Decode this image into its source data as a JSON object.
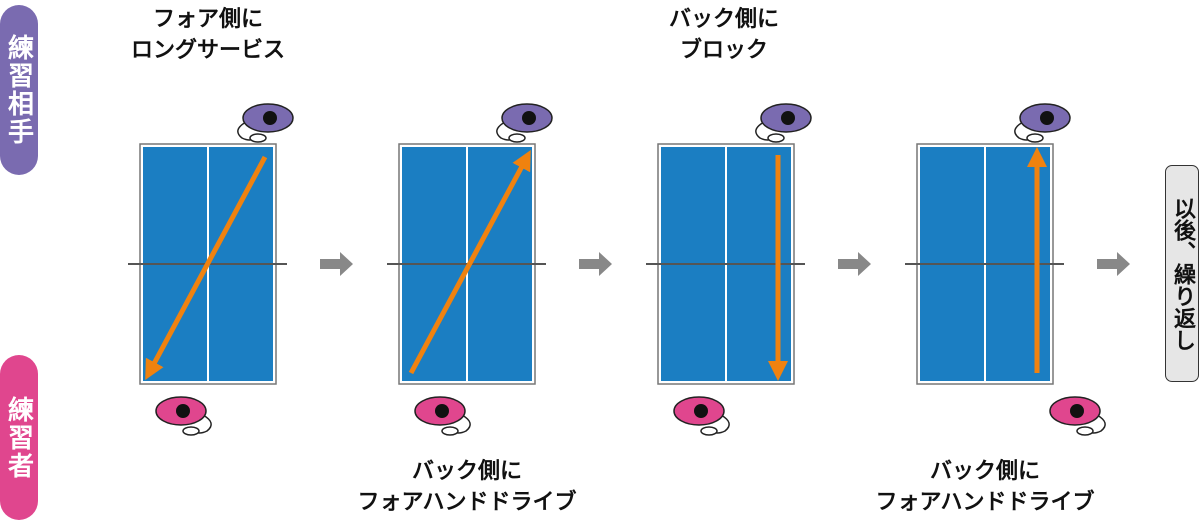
{
  "roles": {
    "opponent": "練習相手",
    "practicer": "練習者"
  },
  "steps": [
    {
      "caption_line1": "フォア側に",
      "caption_line2": "ロングサービス",
      "position": "top",
      "ball": "opponent-back-to-practicer-fore-diagonal"
    },
    {
      "caption_line1": "バック側に",
      "caption_line2": "フォアハンドドライブ",
      "position": "bottom",
      "ball": "practicer-to-opponent-diagonal"
    },
    {
      "caption_line1": "バック側に",
      "caption_line2": "ブロック",
      "position": "top",
      "ball": "straight-down"
    },
    {
      "caption_line1": "バック側に",
      "caption_line2": "フォアハンドドライブ",
      "position": "bottom",
      "ball": "straight-up"
    }
  ],
  "repeat_label": "以後、繰り返し",
  "colors": {
    "table": "#1b7ec2",
    "ball_path": "#f0820f",
    "opponent": "#7a6bb0",
    "practicer": "#e0468e",
    "flow_arrow": "#888888"
  }
}
